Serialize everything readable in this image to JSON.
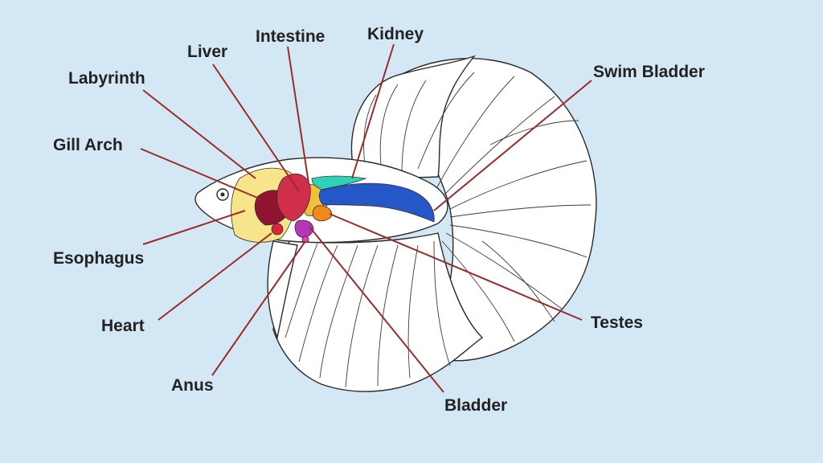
{
  "colors": {
    "background": "#d3e8f4",
    "leader": "#9b2a2a",
    "label_text": "#222222",
    "gill_region": "#f6e58a",
    "gill_arch": "#8f1430",
    "heart": "#d9263f",
    "intestine": "#cf2f4b",
    "liver": "#f2bf3a",
    "kidney": "#2ed3b5",
    "swim_bladder": "#2557c9",
    "testes": "#f08a1c",
    "bladder": "#b338b8",
    "anus": "#e040c8"
  },
  "labels": {
    "liver": "Liver",
    "intestine": "Intestine",
    "kidney": "Kidney",
    "labyrinth": "Labyrinth",
    "gill_arch": "Gill Arch",
    "swim_bladder": "Swim Bladder",
    "esophagus": "Esophagus",
    "heart": "Heart",
    "anus": "Anus",
    "testes": "Testes",
    "bladder": "Bladder"
  }
}
